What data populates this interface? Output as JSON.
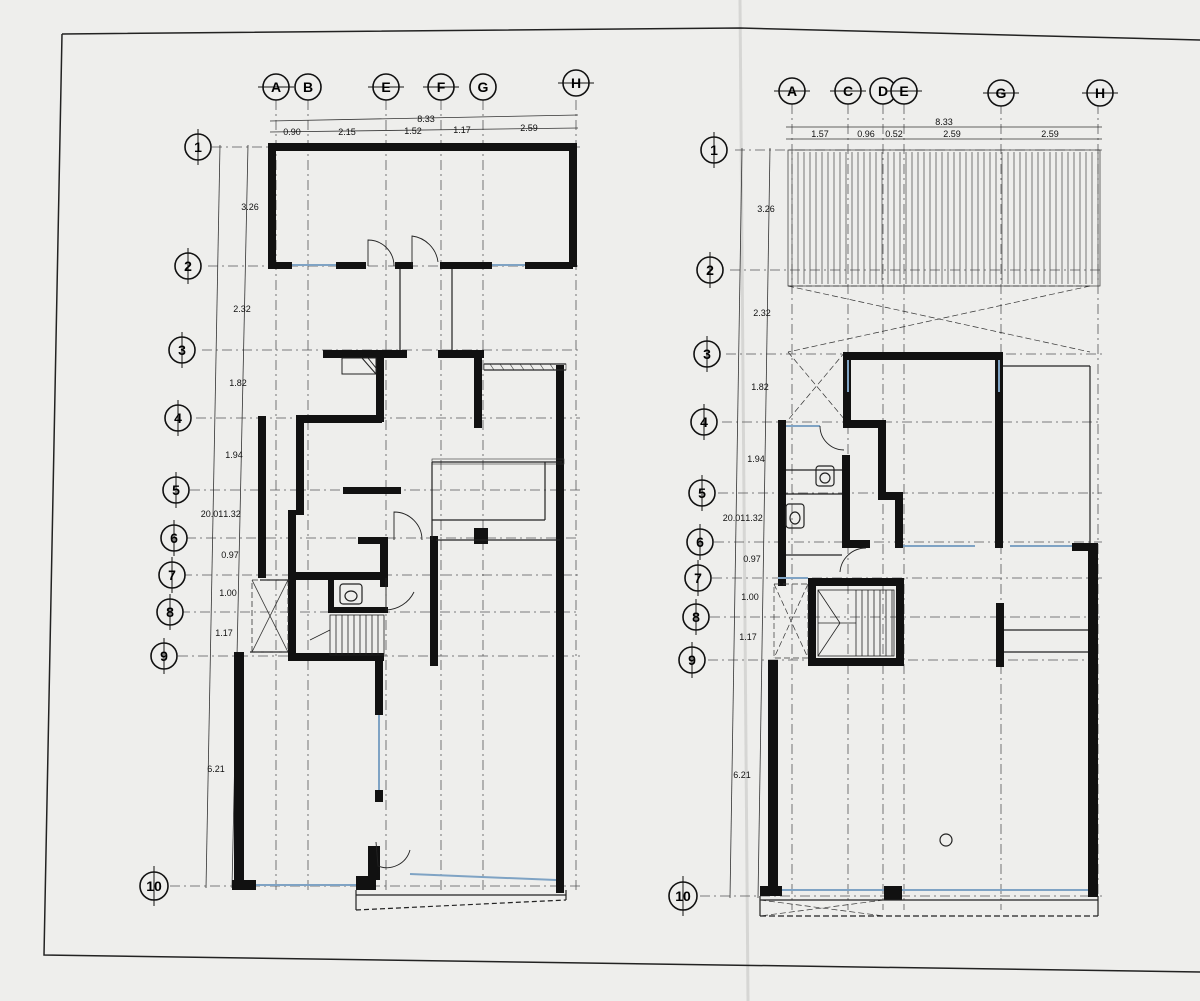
{
  "sheet": {
    "paper_color": "#eeeeec",
    "ink_color": "#111111",
    "glass_color": "#7fa3c4"
  },
  "left_plan": {
    "col_labels": [
      "A",
      "B",
      "E",
      "F",
      "G",
      "H"
    ],
    "col_dims": [
      "0.90",
      "2.15",
      "1.52",
      "1.17",
      "2.59"
    ],
    "col_total": "8.33",
    "row_labels": [
      "1",
      "2",
      "3",
      "4",
      "5",
      "6",
      "7",
      "8",
      "9",
      "10"
    ],
    "row_dims": [
      "3.26",
      "2.32",
      "1.82",
      "1.94",
      "1.32",
      "0.97",
      "1.00",
      "1.17",
      "6.21"
    ],
    "row_total": "20.01"
  },
  "right_plan": {
    "col_labels": [
      "A",
      "C",
      "D",
      "E",
      "G",
      "H"
    ],
    "col_dims": [
      "1.57",
      "0.96",
      "0.52",
      "2.59",
      "2.59"
    ],
    "col_total": "8.33",
    "row_labels": [
      "1",
      "2",
      "3",
      "4",
      "5",
      "6",
      "7",
      "8",
      "9",
      "10"
    ],
    "row_dims": [
      "3.26",
      "2.32",
      "1.82",
      "1.94",
      "1.32",
      "0.97",
      "1.00",
      "1.17",
      "6.21"
    ],
    "row_total": "20.01"
  }
}
